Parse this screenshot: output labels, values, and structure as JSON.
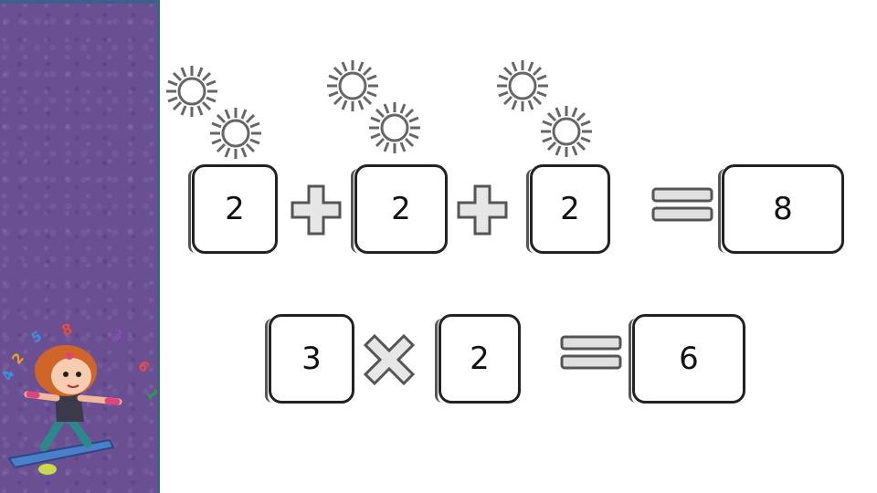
{
  "equation_addition": {
    "operands": [
      "2",
      "2",
      "2"
    ],
    "result": "8"
  },
  "equation_multiplication": {
    "operands": [
      "3",
      "2"
    ],
    "result": "6"
  },
  "colors": {
    "sidebar": "#6a4f93",
    "sidebar_edge": "#3d5f8a",
    "box_border": "#222222",
    "symbol_fill": "#dcdcdc"
  },
  "icons": [
    "sun-icon",
    "plus-icon",
    "times-icon",
    "equals-icon",
    "juggling-girl-illustration"
  ]
}
